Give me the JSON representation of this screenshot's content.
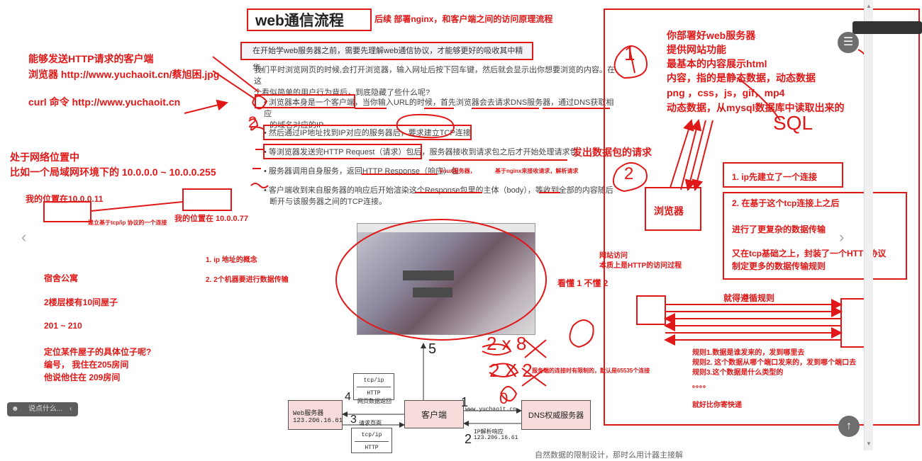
{
  "doc": {
    "title": "web通信流程",
    "intro": "在开始学web服务器之前，需要先理解web通信协议，才能够更好的吸收其中精华。",
    "para1": "我们平时浏览网页的时候,会打开浏览器，输入网址后按下回车键，然后就会显示出你想要浏览的内容。在这",
    "para1b": "个看似简单的用户行为背后，到底隐藏了些什么呢?",
    "bullet1": "浏览器本身是一个客户端，当你输入URL的时候，首先浏览器会去请求DNS服务器，通过DNS获取相应",
    "bullet1b": "的域名对应的IP",
    "bullet2": "然后通过IP地址找到IP对应的服务器后，要求建立TCP连接",
    "bullet3": "等浏览器发送完HTTP Request（请求）包后，服务器接收到请求包之后才开始处理请求包",
    "bullet4": "服务器调用自身服务，返回HTTP Response（响应）包",
    "bullet5": "客户端收到来自服务器的响应后开始渲染这个Response包里的主体（body），等收到全部的内容随后",
    "bullet5b": "断开与该服务器之间的TCP连接。",
    "tail": "自然数据的限制设计，那时么用计器主接解"
  },
  "annotations": {
    "title_note": "后续 部署nginx，和客户端之间的访问原理流程",
    "client_title": "能够发送HTTP请求的客户端",
    "browser_url": "浏览器   http://www.yuchaoit.cn/蔡旭困.jpg",
    "curl": "curl 命令 http://www.yuchaoit.cn",
    "net_pos1": "处于网络位置中",
    "net_pos2": "比如一个局域网环境下的 10.0.0.0 ~ 10.0.0.255",
    "my_pos1": "我的位置在10.0.0.11",
    "my_pos2": "我的位置在 10.0.0.77",
    "tcp_conn": "建立基于tcp/ip 协议的一个连接",
    "ip_concept": "1. ip 地址的概念",
    "two_machines": "2. 2个机器要进行数据传输",
    "dorm": "宿舍公寓",
    "floors": "2楼层楼有10间屋子",
    "rooms": "201  ~ 210",
    "locate": "定位某件屋子的具体位子呢?",
    "number": "编号，   我住在205房间",
    "other": "他说他住在 209房间",
    "send_pkt": "发出数据包的请求",
    "nginx_recv": "linux服务器，",
    "nginx_recv2": "基于nginx来接收请求，解析请求",
    "web_access1": "网站访问",
    "web_access2": "本质上是HTTP的访问过程",
    "understand": "看懂  1  不懂 2",
    "server_limit": "服务端的连接时有限制的，默认是65535个连接",
    "circle1": "1",
    "circle2": "2",
    "num2": "2",
    "num5": "5",
    "num4": "4",
    "num3": "3",
    "num1": "1",
    "num2b": "2",
    "x1": "2 x 8",
    "x2": "2 X 2",
    "zero": "0"
  },
  "right_panel": {
    "line1": "你部署好web服务器",
    "line2": "提供网站功能",
    "line3": "最基本的内容展示html",
    "line4": "内容，指的是静态数据，动态数据",
    "line5": "png ，css，js，gif，mp4",
    "line6": "动态数据，从mysql数据库中读取出来的",
    "sql": "SQL",
    "browser": "浏览器",
    "step1": "1. ip先建立了一个连接",
    "step2": "2. 在基于这个tcp连接上之后",
    "step2b": "进行了更复杂的数据传输",
    "step2c": "又在tcp基础之上，封装了一个HTTP协议",
    "step2d": "制定更多的数据传输规则",
    "rules_title": "就得遵循规则",
    "rule1": "规则1.数据是谁发来的，发到哪里去",
    "rule2": "规则2. 这个数据从哪个端口发来的，发到哪个端口去",
    "rule3": "规则3.这个数据是什么类型的",
    "dots": "。。。。",
    "express": "就好比你寄快递"
  },
  "diagram": {
    "web_server": "Web服务器",
    "web_ip": "123.206.16.61",
    "client": "客户端",
    "dns": "DNS权威服务器",
    "tcpip": "tcp/ip",
    "http": "HTTP",
    "resp_label": "网页数据返回",
    "req_label": "请求页面",
    "dns_url": "www.yuchaoit.cn",
    "dns_resp": "IP解析响应",
    "dns_ip": "123.206.16.61"
  },
  "ui": {
    "comment_placeholder": "说点什么...",
    "menu_icon": "menu-icon",
    "up_icon": "arrow-up-icon",
    "left_icon": "chevron-left-icon",
    "right_icon": "chevron-right-icon"
  },
  "colors": {
    "ink": "#e01818",
    "diagram_fill": "#f8dcdc"
  }
}
